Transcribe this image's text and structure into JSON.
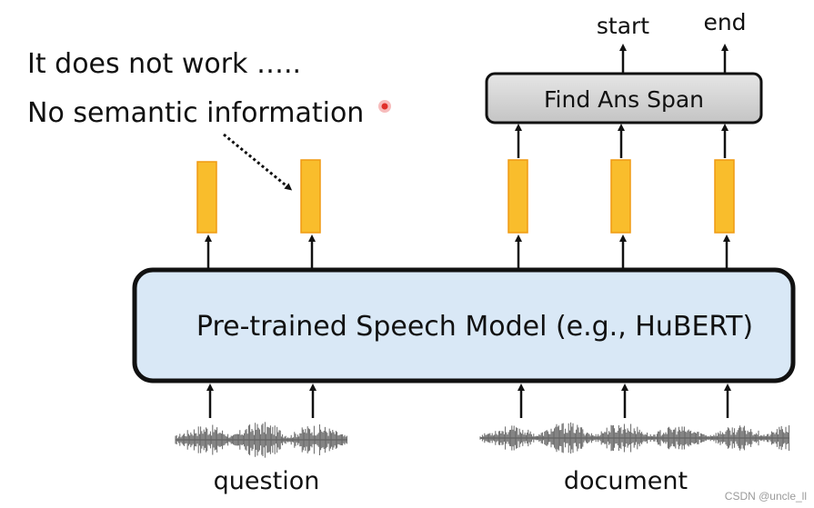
{
  "notes": {
    "line1": "It does not work …..",
    "line2": "No semantic information"
  },
  "model": {
    "label": "Pre-trained Speech Model (e.g., HuBERT)"
  },
  "span_finder": {
    "label": "Find Ans Span",
    "outputs": [
      "start",
      "end"
    ]
  },
  "inputs": {
    "question_label": "question",
    "document_label": "document"
  },
  "watermark": "CSDN @uncle_ll",
  "colors": {
    "model_fill": "#d9e8f6",
    "model_border": "#111111",
    "box_fill": "#d2d2d2",
    "embedding_fill": "#f9bd2c",
    "embedding_border": "#f09a12",
    "pointer_dot": "#e0302b",
    "waveform": "#666666"
  }
}
